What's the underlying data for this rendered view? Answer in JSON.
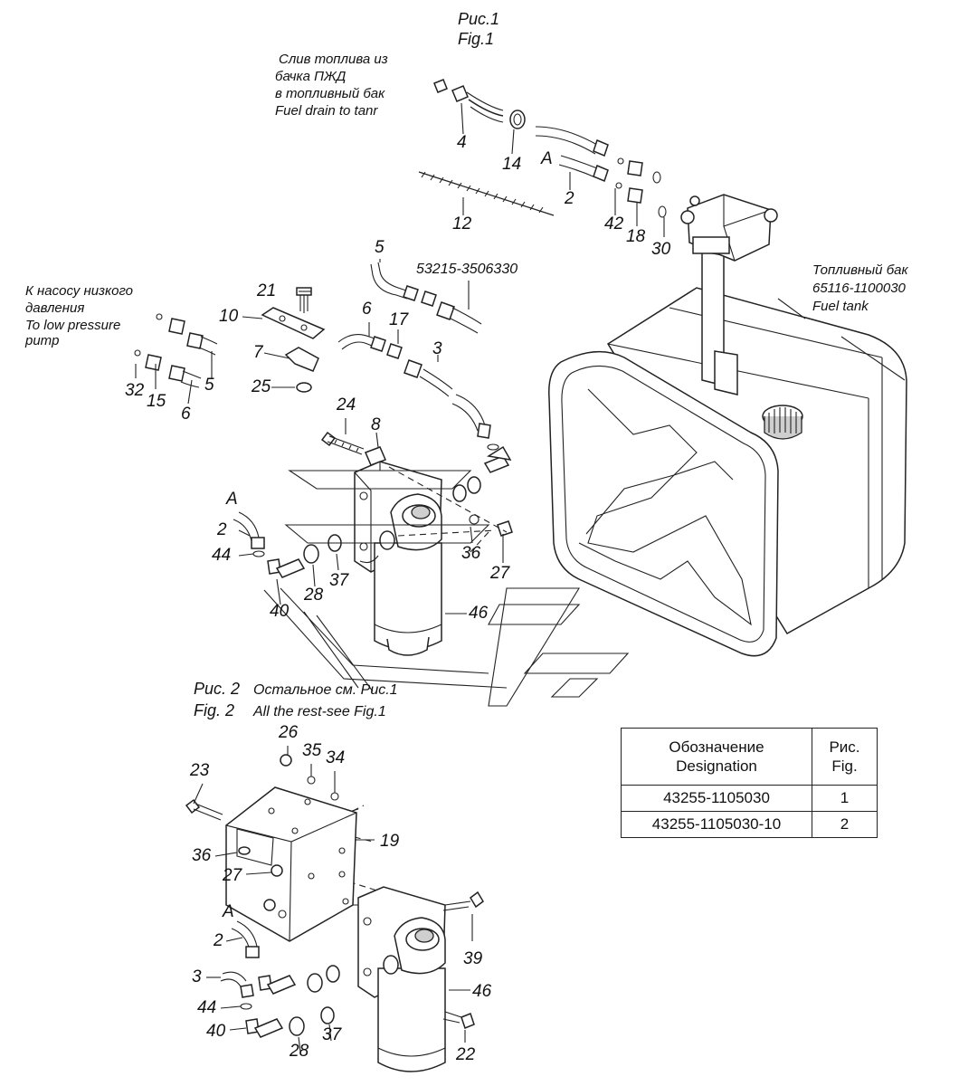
{
  "figure1": {
    "title_ru": "Рис.1",
    "title_en": "Fig.1"
  },
  "figure2": {
    "title_ru": "Рис. 2",
    "note_ru": "Остальное см. Рис.1",
    "title_en": "Fig. 2",
    "note_en": "All the rest-see  Fig.1"
  },
  "annotations": {
    "fuel_drain": [
      "Слив топлива из",
      "бачка ПЖД",
      "в топливный бак",
      "Fuel drain to tanr"
    ],
    "pump": [
      "К насосу низкого",
      "давления",
      "To low pressure",
      "pump"
    ],
    "tank": [
      "Топливный бак",
      "65116-1100030",
      "Fuel tank"
    ],
    "hose_code": "53215-3506330",
    "ref_a": "A"
  },
  "callouts_fig1": [
    "4",
    "14",
    "2",
    "42",
    "18",
    "30",
    "12",
    "5",
    "21",
    "10",
    "7",
    "25",
    "6",
    "17",
    "3",
    "32",
    "15",
    "5",
    "6",
    "24",
    "8",
    "2",
    "44",
    "40",
    "28",
    "37",
    "36",
    "27",
    "46"
  ],
  "callouts_fig2": [
    "26",
    "35",
    "34",
    "23",
    "19",
    "36",
    "27",
    "2",
    "3",
    "44",
    "40",
    "28",
    "37",
    "46",
    "39",
    "22"
  ],
  "legend": {
    "header": {
      "designation_ru": "Обозначение",
      "designation_en": "Designation",
      "fig_ru": "Рис.",
      "fig_en": "Fig."
    },
    "rows": [
      {
        "designation": "43255-1105030",
        "fig": "1"
      },
      {
        "designation": "43255-1105030-10",
        "fig": "2"
      }
    ]
  }
}
